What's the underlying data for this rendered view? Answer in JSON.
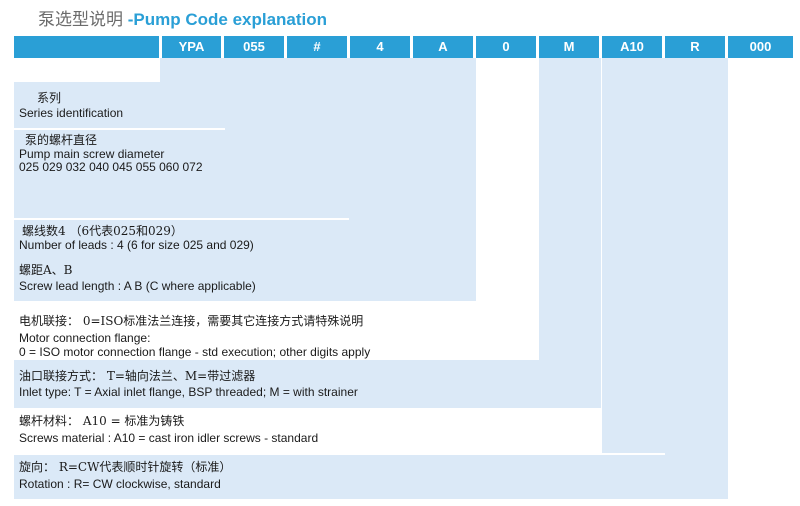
{
  "header": {
    "title_zh": "泵选型说明",
    "title_en": "-Pump Code explanation"
  },
  "code": [
    "YPA",
    "055",
    "#",
    "4",
    "A",
    "0",
    "M",
    "A10",
    "R",
    "000"
  ],
  "sections": [
    {
      "zh": "系列",
      "en": "Series identification"
    },
    {
      "zh": "泵的螺杆直径",
      "en": "Pump main screw diameter",
      "sizes": "025 029 032 040 045 055 060 072"
    },
    {
      "zh": "螺线数4 （6代表025和029）",
      "en": "Number of leads : 4 (6 for size 025 and 029)"
    },
    {
      "zh": "螺距A、B",
      "en": "Screw lead length : A B (C where applicable)"
    },
    {
      "zh": "电机联接： 0=ISO标准法兰连接，需要其它连接方式请特殊说明",
      "en": "Motor connection flange:",
      "en2": "0 = ISO motor connection flange - std execution; other digits apply"
    },
    {
      "zh": "油口联接方式： T=轴向法兰、M=带过滤器",
      "en": "Inlet type: T = Axial inlet flange, BSP threaded; M = with strainer"
    },
    {
      "zh": "螺杆材料： A10 = 标准为铸铁",
      "en": "Screws material : A10 = cast iron idler screws  - standard"
    },
    {
      "zh": "旋向： R=CW代表顺时针旋转（标准）",
      "en": "Rotation : R= CW clockwise, standard"
    }
  ],
  "colors": {
    "accent": "#2a9fd6",
    "band": "#dbe9f7",
    "title": "#6b6b6b"
  }
}
